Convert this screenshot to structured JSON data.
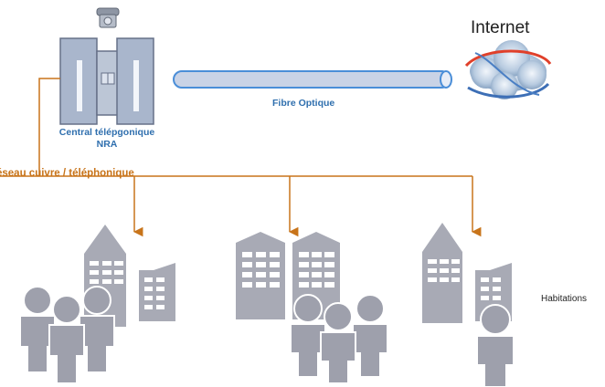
{
  "labels": {
    "internet": "Internet",
    "fibre": "Fibre Optique",
    "central_line1": "Central télépgonique",
    "central_line2": "NRA",
    "copper_network": "éseau cuivre / téléphonique",
    "habitations": "Habitations"
  },
  "icons": {
    "central": "telephone-exchange-icon",
    "phone": "telephone-icon",
    "cloud": "internet-cloud-icon",
    "buildings": "apartment-buildings-icon",
    "people": "people-icon"
  },
  "colors": {
    "pipe_fill": "#c9d3e6",
    "pipe_stroke": "#4a8ed8",
    "copper": "#c8741a",
    "building": "#a8aab5",
    "person": "#9ea0ac",
    "label_blue": "#2f6fae"
  }
}
